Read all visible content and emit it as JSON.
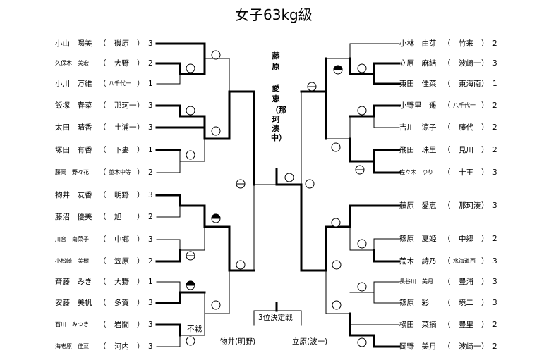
{
  "title": "女子63kg級",
  "champion": {
    "surname": "藤原",
    "given": "愛恵",
    "club": "（那珂湊中）"
  },
  "left_players": [
    {
      "name": "小山　陽美",
      "club": "磯原",
      "score": "3"
    },
    {
      "name": "久保木　美宏",
      "club": "大野",
      "score": "2"
    },
    {
      "name": "小川　万維",
      "club": "八千代一",
      "score": "1"
    },
    {
      "name": "飯塚　春菜",
      "club": "那珂一",
      "score": "3"
    },
    {
      "name": "太田　晴香",
      "club": "土浦一",
      "score": "3"
    },
    {
      "name": "塚田　有香",
      "club": "下妻",
      "score": "1"
    },
    {
      "name": "藤岡　野々花",
      "club": "並木中等",
      "score": "2"
    },
    {
      "name": "物井　友香",
      "club": "明野",
      "score": "3"
    },
    {
      "name": "藤沼　優美",
      "club": "旭",
      "score": "2"
    },
    {
      "name": "川合　南菜子",
      "club": "中郷",
      "score": "3"
    },
    {
      "name": "小松崎　美樹",
      "club": "笠原",
      "score": "2"
    },
    {
      "name": "斉藤　みき",
      "club": "大野",
      "score": "1"
    },
    {
      "name": "安藤　美帆",
      "club": "多賀",
      "score": "3"
    },
    {
      "name": "石川　みつき",
      "club": "岩間",
      "score": "3"
    },
    {
      "name": "海老原　佳菜",
      "club": "河内",
      "score": "3"
    }
  ],
  "right_players": [
    {
      "name": "小林　由芽",
      "club": "竹来",
      "score": "2"
    },
    {
      "name": "立原　麻結",
      "club": "波崎一",
      "score": "3"
    },
    {
      "name": "東田　佳菜",
      "club": "東海南",
      "score": "1"
    },
    {
      "name": "小野里　遥",
      "club": "八千代一",
      "score": "2"
    },
    {
      "name": "吉川　涼子",
      "club": "藤代",
      "score": "2"
    },
    {
      "name": "飛田　珠里",
      "club": "見川",
      "score": "2"
    },
    {
      "name": "佐々木　ゆり",
      "club": "十王",
      "score": "3"
    },
    {
      "name": "藤原　愛恵",
      "club": "那珂湊",
      "score": "3"
    },
    {
      "name": "篠原　夏姫",
      "club": "中郷",
      "score": "2"
    },
    {
      "name": "荒木　詩乃",
      "club": "水海道西",
      "score": "3"
    },
    {
      "name": "長谷川　美月",
      "club": "豊浦",
      "score": "3"
    },
    {
      "name": "篠原　彩",
      "club": "境二",
      "score": "3"
    },
    {
      "name": "横田　菜摘",
      "club": "豊里",
      "score": "2"
    },
    {
      "name": "岡野　美月",
      "club": "波崎一",
      "score": "2"
    }
  ],
  "third_place": {
    "label": "3位決定戦",
    "left": "物井(明野)",
    "right": "立原(波一)"
  },
  "forfeit_label": "不戦"
}
